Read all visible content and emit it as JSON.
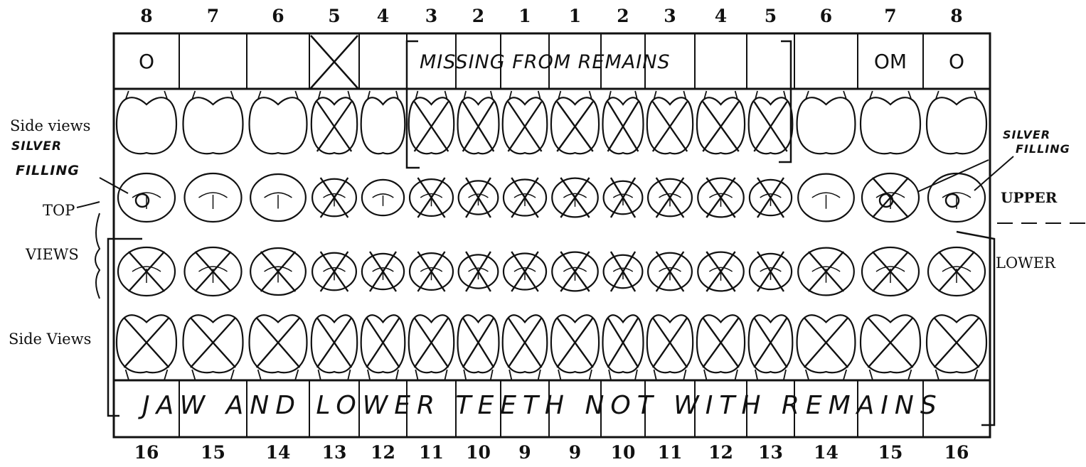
{
  "upper_numbers": [
    "8",
    "7",
    "6",
    "5",
    "4",
    "3",
    "2",
    "1",
    "1",
    "2",
    "3",
    "4",
    "5",
    "6",
    "7",
    "8"
  ],
  "lower_numbers": [
    "16",
    "15",
    "14",
    "13",
    "12",
    "11",
    "10",
    "9",
    "9",
    "10",
    "11",
    "12",
    "13",
    "14",
    "15",
    "16"
  ],
  "top_row_cells": [
    "O",
    "",
    "",
    "",
    "",
    "",
    "",
    "",
    "",
    "",
    "",
    "",
    "",
    "",
    "OM",
    "O"
  ],
  "top_row_note": "MISSING FROM REMAINS",
  "bottom_row_note": "JAW AND LOWER TEETH NOT WITH REMAINS",
  "labels": {
    "side_views_upper": "Side views",
    "top": "TOP",
    "views": "VIEWS",
    "side_views_lower": "Side Views",
    "upper": "UPPER",
    "lower": "LOWER",
    "silver_filling_left_1": "SILVER",
    "silver_filling_left_2": "FILLING",
    "silver_filling_right_1": "SILVER",
    "silver_filling_right_2": "FILLING"
  },
  "upper_crossed": [
    false,
    false,
    false,
    true,
    false,
    true,
    true,
    true,
    true,
    true,
    true,
    true,
    true,
    false,
    false,
    false
  ],
  "upper_occlusal_crossed": [
    false,
    false,
    false,
    true,
    false,
    true,
    true,
    true,
    true,
    true,
    true,
    true,
    true,
    false,
    true,
    false
  ],
  "upper_filling": [
    true,
    false,
    false,
    false,
    false,
    false,
    false,
    false,
    false,
    false,
    false,
    false,
    false,
    false,
    true,
    true
  ],
  "lower_crossed": [
    true,
    true,
    true,
    true,
    true,
    true,
    true,
    true,
    true,
    true,
    true,
    true,
    true,
    true,
    true,
    true
  ],
  "box5_crossed": true
}
